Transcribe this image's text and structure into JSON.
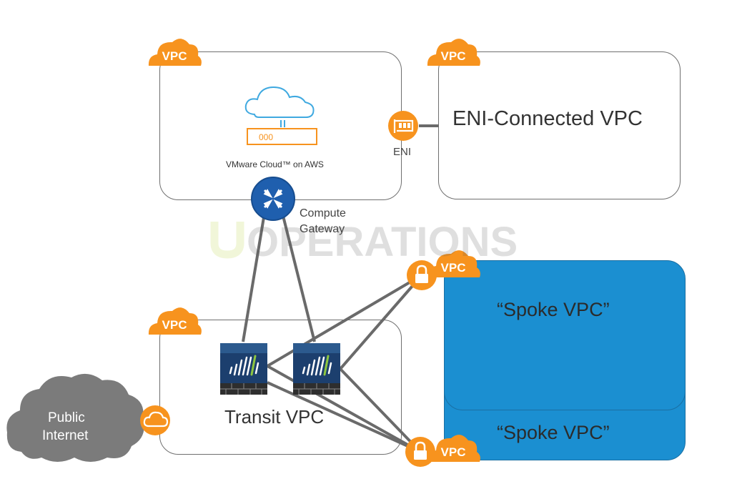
{
  "vpc_badge_text": "VPC",
  "vmc": {
    "caption": "VMware Cloud™ on AWS",
    "indicator": "000"
  },
  "eni_vpc": {
    "label": "ENI-Connected VPC"
  },
  "eni_label": "ENI",
  "compute_gateway": {
    "line1": "Compute",
    "line2": "Gateway"
  },
  "transit_vpc": {
    "label": "Transit VPC"
  },
  "public_internet": {
    "line1": "Public",
    "line2": "Internet"
  },
  "spoke_vpcs": [
    {
      "label": "“Spoke VPC”"
    },
    {
      "label": "“Spoke VPC”"
    }
  ],
  "watermark": "OPERATIONS",
  "colors": {
    "aws_orange": "#f7931e",
    "spoke_blue": "#1b8fd1",
    "router_blue": "#1f5fae",
    "firewall_navy": "#1c3f6e",
    "cloud_gray": "#7b7b7b",
    "line_gray": "#6a6a6a"
  },
  "icons": [
    "vpc-cloud-badge-icon",
    "vmware-cloud-icon",
    "eni-icon",
    "router-icon",
    "firewall-icon",
    "vpn-lock-icon",
    "internet-gateway-icon",
    "public-internet-cloud-icon"
  ]
}
